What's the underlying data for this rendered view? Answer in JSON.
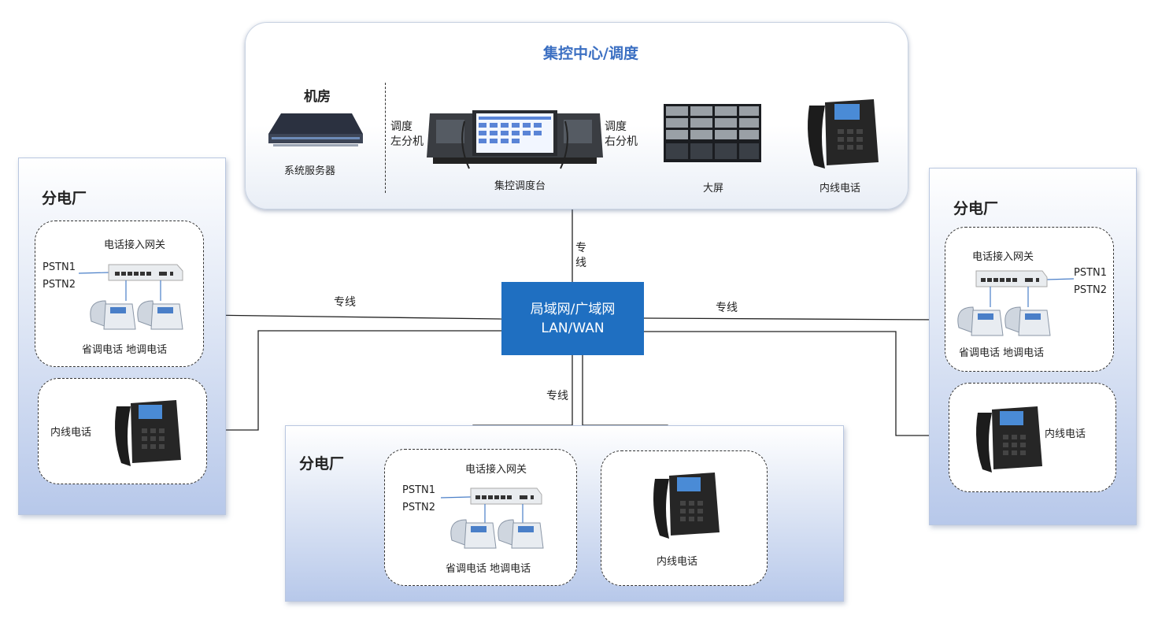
{
  "center": {
    "title": "集控中心/调度",
    "machine_room": "机房",
    "server_label": "系统服务器",
    "console_left": [
      "调度",
      "左分机"
    ],
    "console_right": [
      "调度",
      "右分机"
    ],
    "console_label": "集控调度台",
    "screen_label": "大屏",
    "phone_label": "内线电话"
  },
  "network": {
    "line1": "局域网/广域网",
    "line2": "LAN/WAN",
    "dedicated_line": "专线",
    "dedicated_line_top": [
      "专",
      "线"
    ]
  },
  "plant_left": {
    "title": "分电厂",
    "gateway_label": "电话接入网关",
    "pstn1": "PSTN1",
    "pstn2": "PSTN2",
    "phones_label": "省调电话 地调电话",
    "inner_phone_label": "内线电话"
  },
  "plant_right": {
    "title": "分电厂",
    "gateway_label": "电话接入网关",
    "pstn1": "PSTN1",
    "pstn2": "PSTN2",
    "phones_label": "省调电话 地调电话",
    "inner_phone_label": "内线电话"
  },
  "plant_bottom": {
    "title": "分电厂",
    "gateway_label": "电话接入网关",
    "pstn1": "PSTN1",
    "pstn2": "PSTN2",
    "phones_label": "省调电话 地调电话",
    "inner_phone_label": "内线电话"
  },
  "colors": {
    "lan_box": "#1f6fc1",
    "title_blue": "#3b6fc2"
  }
}
